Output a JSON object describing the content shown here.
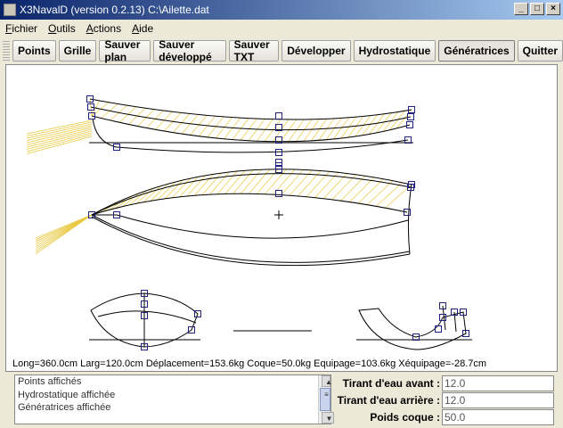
{
  "window": {
    "title": "X3NavalD (version 0.2.13) C:\\Ailette.dat"
  },
  "menu": [
    "Fichier",
    "Outils",
    "Actions",
    "Aide"
  ],
  "toolbar": [
    "Points",
    "Grille",
    "Sauver plan",
    "Sauver développé",
    "Sauver TXT",
    "Développer",
    "Hydrostatique",
    "Génératrices",
    "Quitter"
  ],
  "status": "Long=360.0cm  Larg=120.0cm  Déplacement=153.6kg  Coque=50.0kg  Equipage=103.6kg  Xéquipage=-28.7cm",
  "log": [
    "Points affichés",
    "Hydrostatique affichée",
    "Génératrices affichée"
  ],
  "fields": [
    {
      "label": "Tirant d'eau avant :",
      "value": "12.0"
    },
    {
      "label": "Tirant d'eau arrière :",
      "value": "12.0"
    },
    {
      "label": "Poids coque :",
      "value": "50.0"
    }
  ],
  "colors": {
    "generatrices": "#e8c840",
    "points": "#202080"
  }
}
